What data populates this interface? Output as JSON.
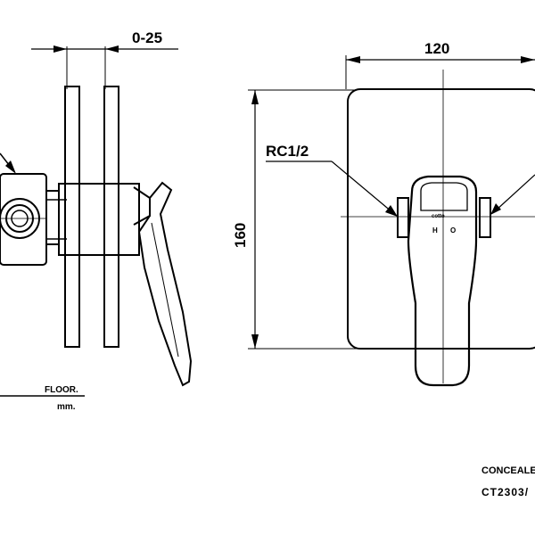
{
  "dimensions": {
    "depth_range": "0-25",
    "width": "120",
    "height": "160",
    "thread": "RC1/2"
  },
  "labels": {
    "floor": "FLOOR.",
    "unit": "mm.",
    "brand": "cotto",
    "hot": "H",
    "cold": "O",
    "title": "CONCEALE",
    "model": "CT2303/"
  }
}
